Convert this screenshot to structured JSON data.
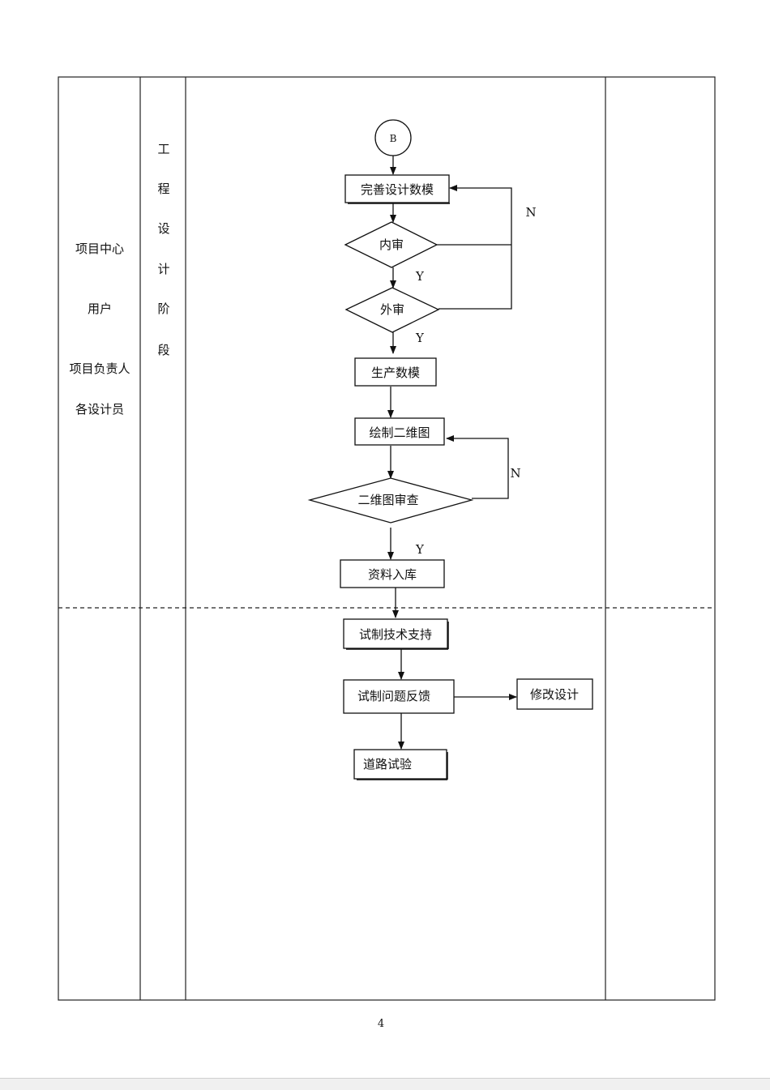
{
  "roles": [
    "项目中心",
    "用户",
    "项目负责人",
    "各设计员"
  ],
  "stage_chars": [
    "工",
    "程",
    "设",
    "计",
    "阶",
    "段"
  ],
  "connector_label": "B",
  "steps": {
    "refine_model": "完善设计数模",
    "internal_review": "内审",
    "external_review": "外审",
    "produce_model": "生产数模",
    "draw_2d": "绘制二维图",
    "review_2d": "二维图审查",
    "archive": "资料入库",
    "trial_support": "试制技术支持",
    "trial_feedback": "试制问题反馈",
    "modify_design": "修改设计",
    "road_test": "道路试验"
  },
  "branch_labels": {
    "no": "N",
    "yes": "Y"
  },
  "page_number": "4"
}
